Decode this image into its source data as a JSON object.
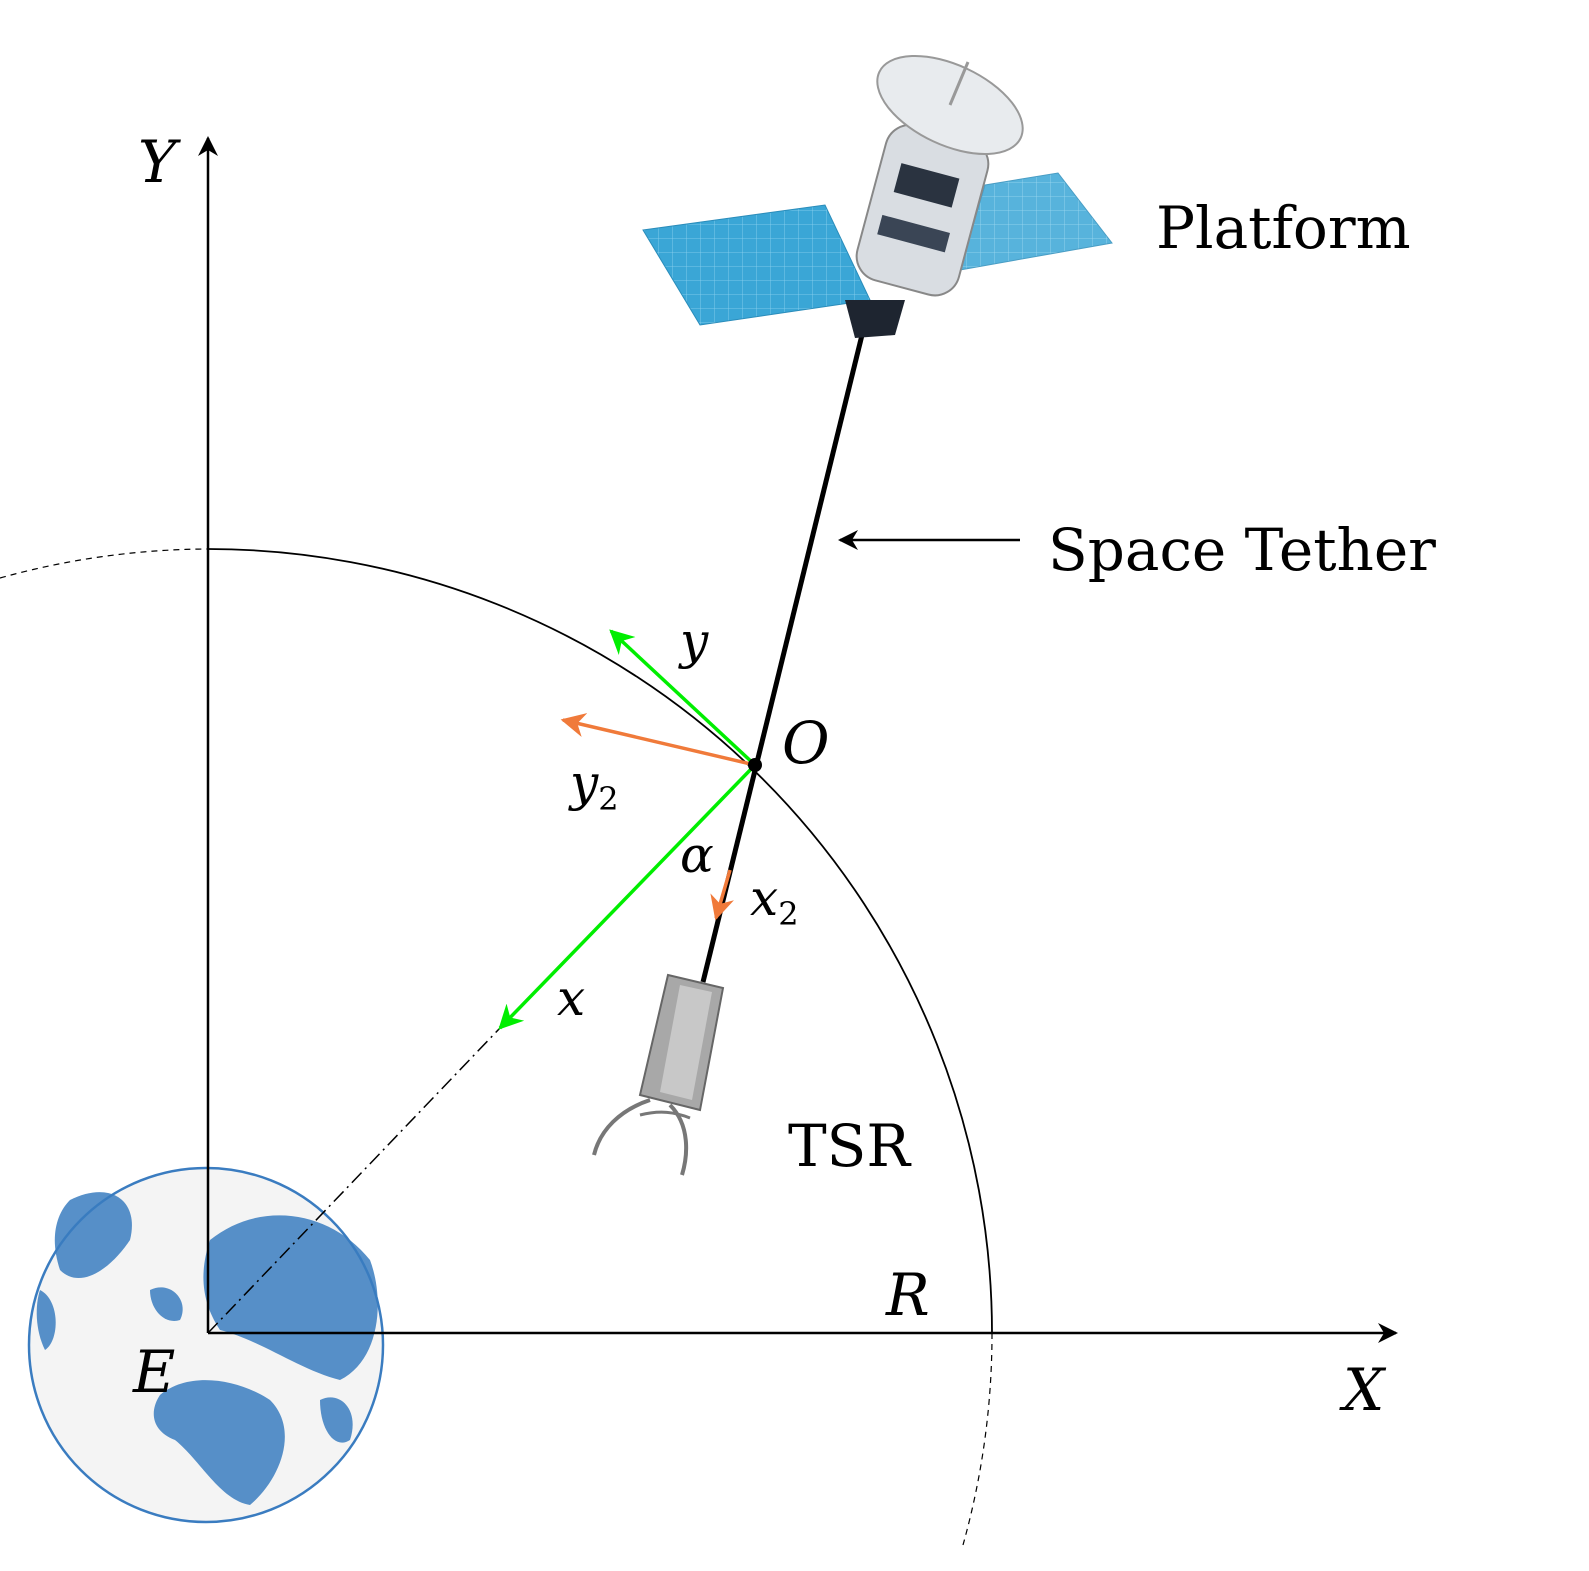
{
  "labels": {
    "Y": "Y",
    "X": "X",
    "E": "E",
    "R": "R",
    "O": "O",
    "x": "x",
    "y": "y",
    "x2": "x",
    "x2_sub": "2",
    "y2": "y",
    "y2_sub": "2",
    "alpha": "α",
    "platform": "Platform",
    "space_tether": "Space Tether",
    "tsr": "TSR"
  },
  "colors": {
    "body_frame": "#00ee00",
    "tether_frame": "#f07a3a",
    "earth_outline": "#3a7cc0",
    "solar_panel": "#3aa6d6"
  }
}
